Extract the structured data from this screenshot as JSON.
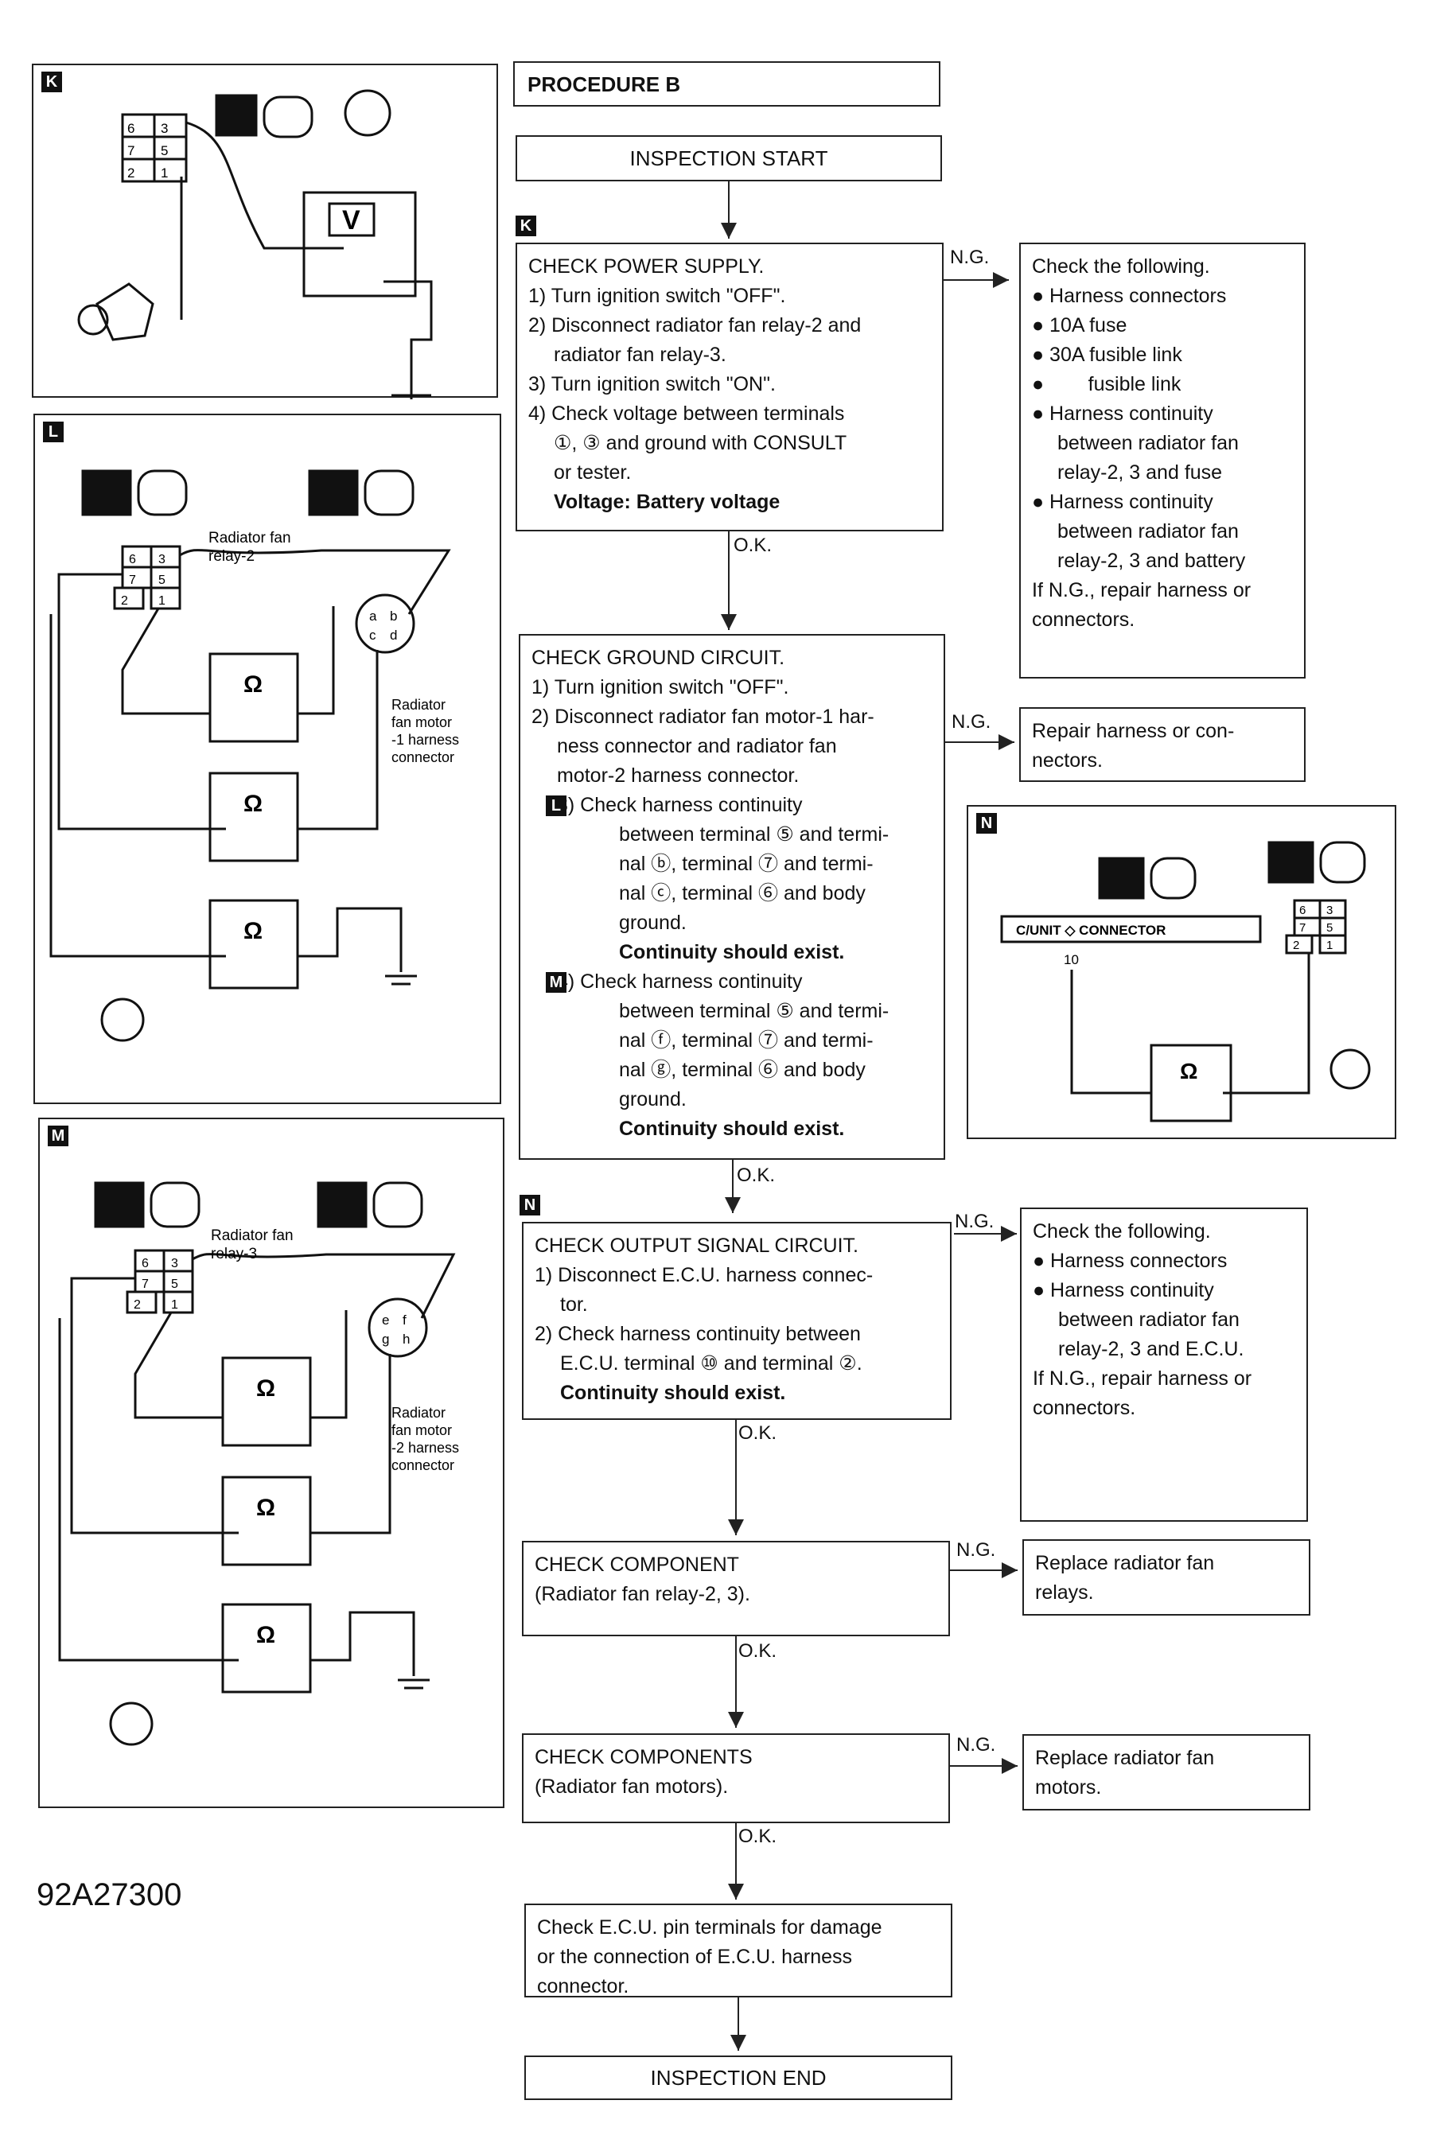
{
  "procedure_title": "PROCEDURE B",
  "start_label": "INSPECTION START",
  "end_label": "INSPECTION END",
  "figure_code": "92A27300",
  "labels": {
    "ng": "N.G.",
    "ok": "O.K."
  },
  "markers": {
    "k": "K",
    "l": "L",
    "m": "M",
    "n": "N"
  },
  "steps": {
    "power_supply": {
      "lines": [
        "CHECK POWER SUPPLY.",
        "1) Turn ignition switch \"OFF\".",
        "2) Disconnect radiator fan relay-2 and",
        "radiator fan relay-3.",
        "3) Turn ignition switch \"ON\".",
        "4) Check voltage between terminals",
        "①, ③ and ground with CONSULT",
        "or tester.",
        "Voltage: Battery voltage"
      ],
      "ng_result": [
        "Check the following.",
        "● Harness connectors",
        "",
        "● 10A fuse",
        "● 30A fusible link",
        "●        fusible link",
        "● Harness continuity",
        "between radiator fan",
        "relay-2, 3 and fuse",
        "● Harness continuity",
        "between radiator fan",
        "relay-2, 3 and battery",
        "If N.G., repair harness or",
        "connectors."
      ]
    },
    "ground_circuit": {
      "lines": [
        "CHECK GROUND CIRCUIT.",
        "1) Turn ignition switch \"OFF\".",
        "2) Disconnect radiator fan motor-1 har-",
        "ness connector and radiator fan",
        "motor-2 harness connector.",
        "3) Check harness continuity",
        "between terminal ⑤ and termi-",
        "nal ⓑ, terminal ⑦ and termi-",
        "nal ⓒ, terminal ⑥ and body",
        "ground.",
        "Continuity should exist.",
        "4) Check harness continuity",
        "between terminal ⑤ and termi-",
        "nal ⓕ, terminal ⑦ and termi-",
        "nal ⓖ, terminal ⑥ and body",
        "ground.",
        "Continuity should exist."
      ],
      "ng_result": [
        "Repair harness or con-",
        "nectors."
      ]
    },
    "output_signal": {
      "lines": [
        "CHECK OUTPUT SIGNAL CIRCUIT.",
        "1) Disconnect E.C.U. harness connec-",
        "tor.",
        "2) Check harness continuity between",
        "E.C.U. terminal ⑩ and terminal ②.",
        "Continuity should exist."
      ],
      "ng_result": [
        "Check the following.",
        "",
        "",
        "● Harness connectors",
        "",
        "● Harness continuity",
        "between radiator fan",
        "relay-2, 3 and E.C.U.",
        "If N.G., repair harness or",
        "connectors."
      ]
    },
    "component": {
      "lines": [
        "CHECK COMPONENT",
        "(Radiator fan relay-2, 3)."
      ],
      "ng_result": [
        "Replace radiator fan",
        "relays."
      ]
    },
    "components": {
      "lines": [
        "CHECK COMPONENTS",
        "(Radiator fan motors)."
      ],
      "ng_result": [
        "Replace radiator fan",
        "motors."
      ]
    },
    "ecu_pins": {
      "lines": [
        "Check E.C.U. pin terminals for damage",
        "or the connection of E.C.U. harness",
        "connector."
      ]
    }
  },
  "figures": {
    "k": {
      "terminals": [
        "6",
        "3",
        "7",
        "5",
        "2",
        "1"
      ],
      "meter": "V"
    },
    "l": {
      "relay_label": [
        "Radiator fan",
        "relay-2"
      ],
      "motor_label": [
        "Radiator",
        "fan motor",
        "-1 harness",
        "connector"
      ],
      "motor_terminals": [
        "a",
        "b",
        "c",
        "d"
      ],
      "meter": "Ω"
    },
    "m": {
      "relay_label": [
        "Radiator fan",
        "relay-3"
      ],
      "motor_label": [
        "Radiator",
        "fan motor",
        "-2 harness",
        "connector"
      ],
      "motor_terminals": [
        "e",
        "f",
        "g",
        "h"
      ],
      "meter": "Ω"
    },
    "n": {
      "connector_label": "C/UNIT ◇ CONNECTOR",
      "pin": "10",
      "meter": "Ω"
    }
  }
}
